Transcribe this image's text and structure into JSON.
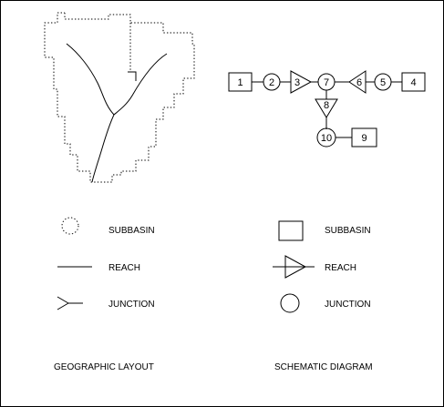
{
  "colors": {
    "ink": "#000000",
    "paper": "#ffffff"
  },
  "schematic": {
    "nodes": {
      "n1": "1",
      "n2": "2",
      "n3": "3",
      "n4": "4",
      "n5": "5",
      "n6": "6",
      "n7": "7",
      "n8": "8",
      "n9": "9",
      "n10": "10"
    }
  },
  "legend": {
    "geographic": {
      "subbasin": "SUBBASIN",
      "reach": "REACH",
      "junction": "JUNCTION",
      "caption": "GEOGRAPHIC LAYOUT"
    },
    "schematic": {
      "subbasin": "SUBBASIN",
      "reach": "REACH",
      "junction": "JUNCTION",
      "caption": "SCHEMATIC DIAGRAM"
    }
  }
}
